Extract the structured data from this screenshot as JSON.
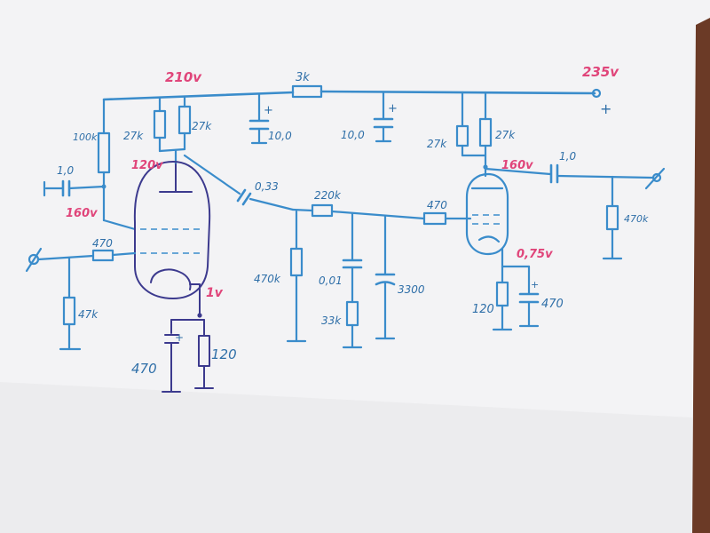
{
  "colors": {
    "wire": "#3a8ccb",
    "ink": "#3c3a8e",
    "voltage": "#e0457a",
    "paper": "#f4f4f6",
    "table": "#6b3a26"
  },
  "voltages": {
    "v210": "210v",
    "v235": "235v",
    "v120": "120v",
    "v160_left": "160v",
    "v160_right": "160v",
    "v1": "1v",
    "v075": "0,75v"
  },
  "components": {
    "r_3k": "3k",
    "r_100k": "100k",
    "c_1_0_left": "1,0",
    "r_27k_a": "27k",
    "r_27k_b": "27k",
    "c_10_0_a": "10,0",
    "c_10_0_b": "10,0",
    "r_27k_c": "27k",
    "r_27k_d": "27k",
    "c_1_0_right": "1,0",
    "c_0_33": "0,33",
    "r_220k": "220k",
    "r_470_mid": "470",
    "r_470_input": "470",
    "r_47k": "47k",
    "r_470k_left": "470k",
    "c_0_01": "0,01",
    "r_33k": "33k",
    "c_3300": "3300",
    "r_120_right": "120",
    "c_470_right": "470",
    "r_470k_right": "470k",
    "c_470_bottom": "470",
    "r_120_bottom": "120"
  },
  "marks": {
    "plus": "+"
  }
}
